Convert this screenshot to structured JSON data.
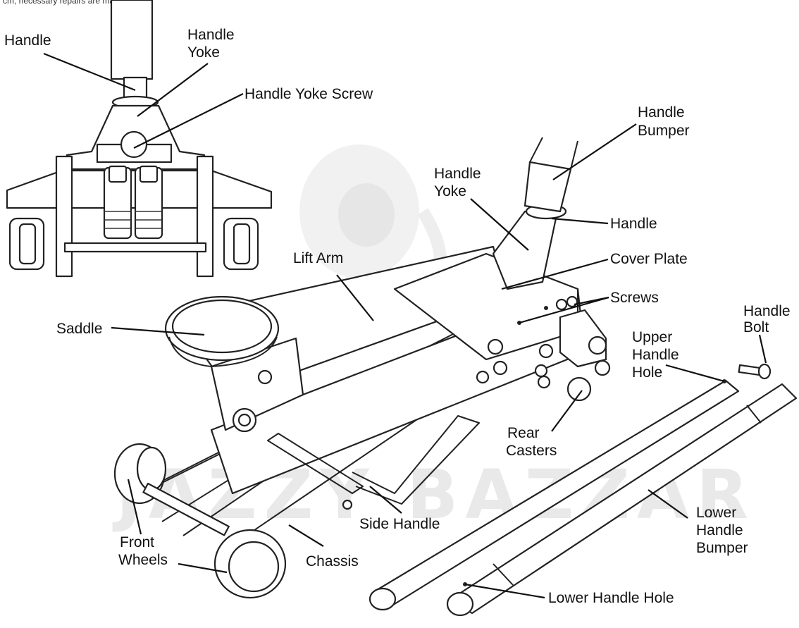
{
  "header_fragment": "cm, necessary repairs are made.",
  "watermark": "JAZZY BAZZAR",
  "labels": {
    "handle_top": "Handle",
    "handle_yoke_top_1": "Handle",
    "handle_yoke_top_2": "Yoke",
    "handle_yoke_screw": "Handle Yoke Screw",
    "handle_bumper_1": "Handle",
    "handle_bumper_2": "Bumper",
    "handle_yoke_1": "Handle",
    "handle_yoke_2": "Yoke",
    "handle": "Handle",
    "lift_arm": "Lift Arm",
    "cover_plate": "Cover Plate",
    "screws": "Screws",
    "handle_bolt_1": "Handle",
    "handle_bolt_2": "Bolt",
    "saddle": "Saddle",
    "upper_handle_hole_1": "Upper",
    "upper_handle_hole_2": "Handle",
    "upper_handle_hole_3": "Hole",
    "rear_casters_1": "Rear",
    "rear_casters_2": "Casters",
    "lower_handle_bumper_1": "Lower",
    "lower_handle_bumper_2": "Handle",
    "lower_handle_bumper_3": "Bumper",
    "side_handle": "Side Handle",
    "front_wheels_1": "Front",
    "front_wheels_2": "Wheels",
    "chassis": "Chassis",
    "lower_handle_hole": "Lower Handle Hole"
  }
}
